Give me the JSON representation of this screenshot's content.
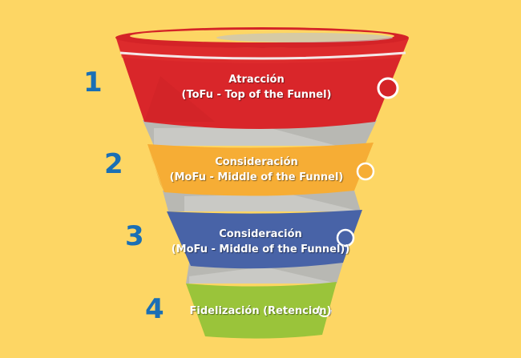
{
  "colors": {
    "background": "#FDD664",
    "number": "#1A6FB5",
    "separator": "#B9B9B4",
    "text": "#FFFFFF"
  },
  "stages": [
    {
      "number": "1",
      "title": "Atracción",
      "subtitle": "(ToFu - Top of the Funnel)",
      "color": "#D9262A",
      "icon": "circle-marker-icon"
    },
    {
      "number": "2",
      "title": "Consideración",
      "subtitle": "(MoFu - Middle of the Funnel)",
      "color": "#F6AD35",
      "icon": "circle-marker-icon"
    },
    {
      "number": "3",
      "title": "Consideración",
      "subtitle": "(MoFu - Middle of the Funnel))",
      "color": "#4863A7",
      "icon": "circle-marker-icon"
    },
    {
      "number": "4",
      "title": "Fidelización (Retencion)",
      "subtitle": "",
      "color": "#9AC43A",
      "icon": "circle-marker-icon"
    }
  ]
}
